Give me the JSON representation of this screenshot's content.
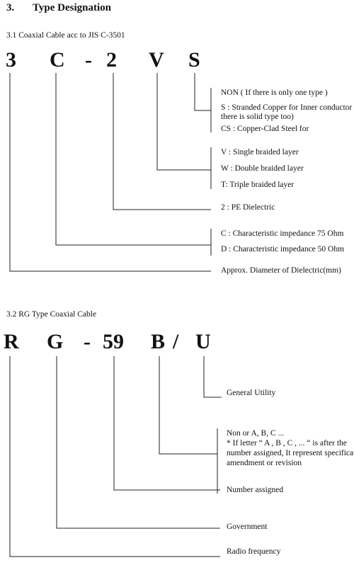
{
  "section": {
    "number": "3.",
    "title": "Type Designation"
  },
  "jis": {
    "heading": "3.1  Coaxial Cable acc to JIS C-3501",
    "code": [
      "3",
      "C",
      "-",
      "2",
      "V",
      "S"
    ],
    "descriptions": {
      "s_none": "NON ( If there is only one type )",
      "s_stranded_1": "S : Stranded Copper for Inner conductor",
      "s_stranded_2": "there is solid type too)",
      "s_cs": "CS : Copper-Clad Steel for",
      "v_single": "V : Single braided  layer",
      "v_double": "W : Double braided  layer",
      "v_triple": "T: Triple braided layer",
      "dielectric": "2 :   PE  Dielectric",
      "c_75": "C : Characteristic impedance 75 Ohm",
      "c_50": "D : Characteristic impedance 50 Ohm",
      "diameter": "Approx.  Diameter of Dielectric(mm)"
    }
  },
  "rg": {
    "heading": "3.2  RG Type  Coaxial Cable",
    "code": [
      "R",
      "G",
      "-",
      "59",
      "B",
      "/",
      "U"
    ],
    "descriptions": {
      "utility": "General  Utility",
      "letter_1": "Non or  A, B, C ...",
      "letter_2": "* If letter  “ A , B , C , ... “ is after the",
      "letter_3": "number assigned, It represent specification",
      "letter_4": "amendment or revision",
      "number": "Number assigned",
      "government": "Government",
      "radio": "Radio  frequency"
    }
  }
}
